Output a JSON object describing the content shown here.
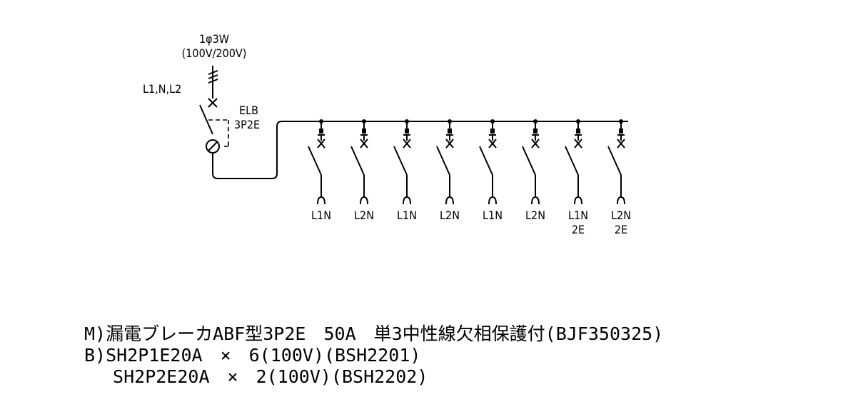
{
  "supply": {
    "phase": "1φ3W",
    "voltage": "(100V/200V)",
    "lines": "L1,N,L2"
  },
  "main_breaker": {
    "name": "ELB",
    "type": "3P2E"
  },
  "branches": [
    {
      "label": "L1N",
      "sub": ""
    },
    {
      "label": "L2N",
      "sub": ""
    },
    {
      "label": "L1N",
      "sub": ""
    },
    {
      "label": "L2N",
      "sub": ""
    },
    {
      "label": "L1N",
      "sub": ""
    },
    {
      "label": "L2N",
      "sub": ""
    },
    {
      "label": "L1N",
      "sub": "2E"
    },
    {
      "label": "L2N",
      "sub": "2E"
    }
  ],
  "notes": [
    "M)漏電ブレーカABF型3P2E　50A　単3中性線欠相保護付(BJF350325)",
    "B)SH2P1E20A　×　6(100V)(BSH2201)",
    "　 SH2P2E20A　×　2(100V)(BSH2202)"
  ]
}
